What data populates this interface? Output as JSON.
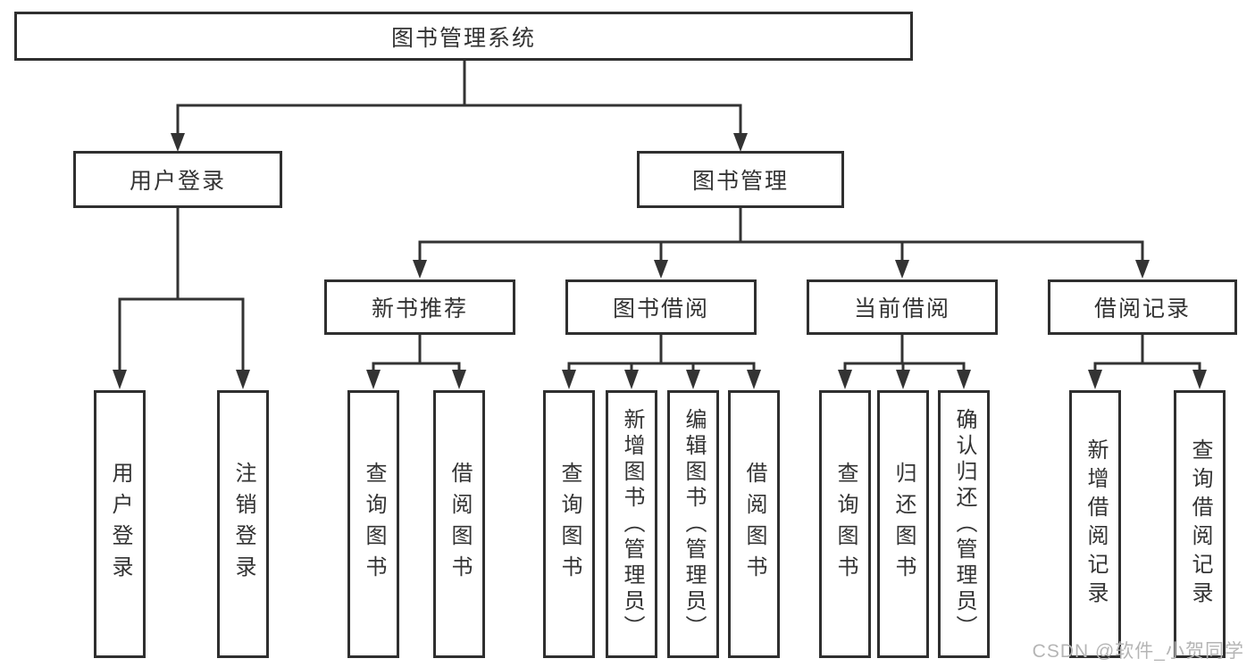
{
  "diagram": {
    "root": {
      "label": "图书管理系统"
    },
    "level2": [
      {
        "id": "user-login",
        "label": "用户登录"
      },
      {
        "id": "book-management",
        "label": "图书管理"
      }
    ],
    "level3": [
      {
        "id": "new-book-recommendation",
        "label": "新书推荐"
      },
      {
        "id": "book-borrowing",
        "label": "图书借阅"
      },
      {
        "id": "current-borrowing",
        "label": "当前借阅"
      },
      {
        "id": "borrowing-records",
        "label": "借阅记录"
      }
    ],
    "leaves": [
      {
        "parent": "user-login",
        "label": "用户登录"
      },
      {
        "parent": "user-login",
        "label": "注销登录"
      },
      {
        "parent": "new-book-recommendation",
        "label": "查询图书"
      },
      {
        "parent": "new-book-recommendation",
        "label": "借阅图书"
      },
      {
        "parent": "book-borrowing",
        "label": "查询图书"
      },
      {
        "parent": "book-borrowing",
        "label": "新增图书（管理员）"
      },
      {
        "parent": "book-borrowing",
        "label": "编辑图书（管理员）"
      },
      {
        "parent": "book-borrowing",
        "label": "借阅图书"
      },
      {
        "parent": "current-borrowing",
        "label": "查询图书"
      },
      {
        "parent": "current-borrowing",
        "label": "归还图书"
      },
      {
        "parent": "current-borrowing",
        "label": "确认归还（管理员）"
      },
      {
        "parent": "borrowing-records",
        "label": "新增借阅记录"
      },
      {
        "parent": "borrowing-records",
        "label": "查询借阅记录"
      }
    ]
  },
  "watermark": {
    "text": "CSDN @软件_小贺同学"
  },
  "colors": {
    "line": "#333333",
    "border": "#2f2f2f",
    "text": "#333333",
    "watermark": "#b5b5b5",
    "background": "#ffffff"
  }
}
